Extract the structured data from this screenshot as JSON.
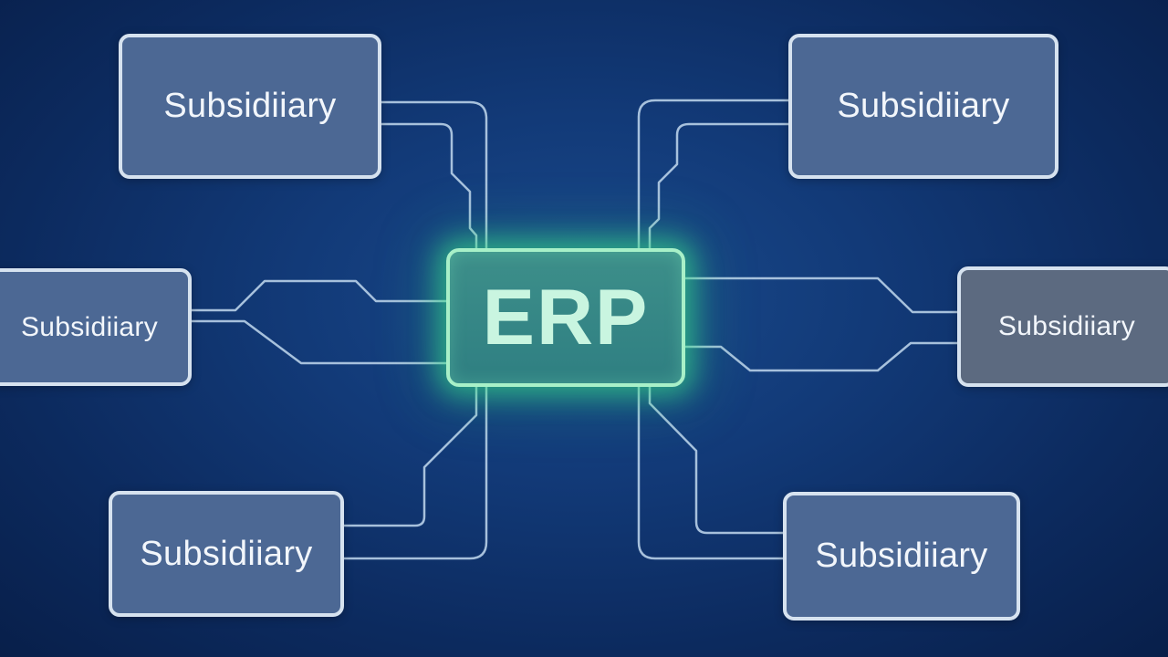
{
  "hub": {
    "label": "ERP"
  },
  "subsidiaries": [
    {
      "label": "Subsidiiary"
    },
    {
      "label": "Subsidiiary"
    },
    {
      "label": "Subsidiiary"
    },
    {
      "label": "Subsidiiary"
    },
    {
      "label": "Subsidiiary"
    },
    {
      "label": "Subsidiiary"
    }
  ],
  "colors": {
    "background": "#123a78",
    "node_fill": "#4c6894",
    "node_border": "#d6e2ef",
    "hub_fill": "#2f7f82",
    "hub_glow": "#3ce68c",
    "connector": "#b8d0e8"
  }
}
